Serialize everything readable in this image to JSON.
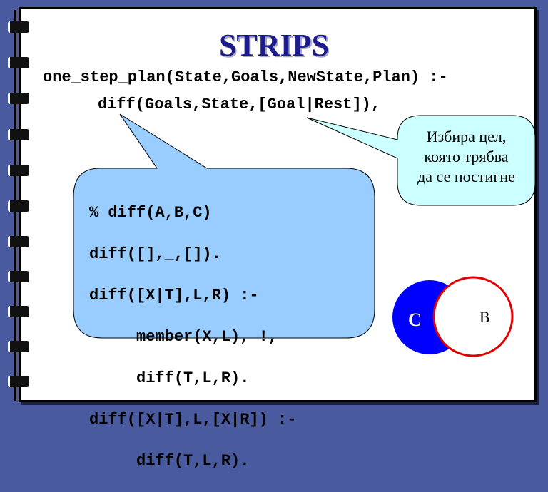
{
  "slide": {
    "title": "STRIPS",
    "code_lines": [
      "one_step_plan(State,Goals,NewState,Plan) :-",
      "diff(Goals,State,[Goal|Rest]),"
    ],
    "callout_code": [
      "% diff(A,B,C)",
      "diff([],_,[]).",
      "diff([X|T],L,R) :-",
      "     member(X,L), !,",
      "     diff(T,L,R).",
      "diff([X|T],L,[X|R]) :-",
      "     diff(T,L,R)."
    ],
    "note_lines": [
      "Избира цел,",
      "която трябва",
      "да се постигне"
    ],
    "venn": {
      "left_label": "C",
      "right_label": "B"
    }
  },
  "colors": {
    "background": "#4a5a9e",
    "title": "#1c1c8c",
    "callout_blue": "#99ccff",
    "callout_cyan": "#ccffff",
    "circle_blue": "#0000ff",
    "circle_red": "#e00000"
  }
}
